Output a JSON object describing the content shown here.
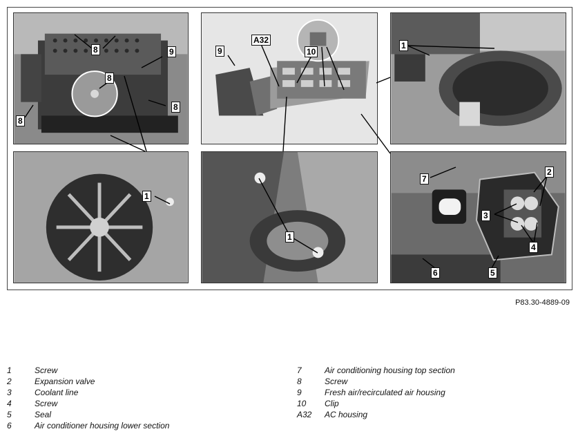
{
  "figure": {
    "reference": "P83.30-4889-09",
    "panels": [
      {
        "id": "top-left",
        "callouts": [
          "8",
          "9",
          "8",
          "8",
          "8"
        ]
      },
      {
        "id": "top-middle",
        "callouts": [
          "9",
          "A32",
          "10"
        ]
      },
      {
        "id": "top-right",
        "callouts": [
          "1"
        ]
      },
      {
        "id": "bottom-left",
        "callouts": [
          "1"
        ]
      },
      {
        "id": "bottom-middle",
        "callouts": [
          "1"
        ]
      },
      {
        "id": "bottom-right",
        "callouts": [
          "7",
          "2",
          "3",
          "4",
          "6",
          "5"
        ]
      }
    ]
  },
  "legend": {
    "left": [
      {
        "num": "1",
        "text": "Screw"
      },
      {
        "num": "2",
        "text": "Expansion valve"
      },
      {
        "num": "3",
        "text": "Coolant line"
      },
      {
        "num": "4",
        "text": "Screw"
      },
      {
        "num": "5",
        "text": "Seal"
      },
      {
        "num": "6",
        "text": "Air conditioner housing lower section"
      }
    ],
    "right": [
      {
        "num": "7",
        "text": "Air conditioning housing top section"
      },
      {
        "num": "8",
        "text": "Screw"
      },
      {
        "num": "9",
        "text": "Fresh air/recirculated air housing"
      },
      {
        "num": "10",
        "text": "Clip"
      },
      {
        "num": "A32",
        "text": "AC housing"
      }
    ]
  }
}
